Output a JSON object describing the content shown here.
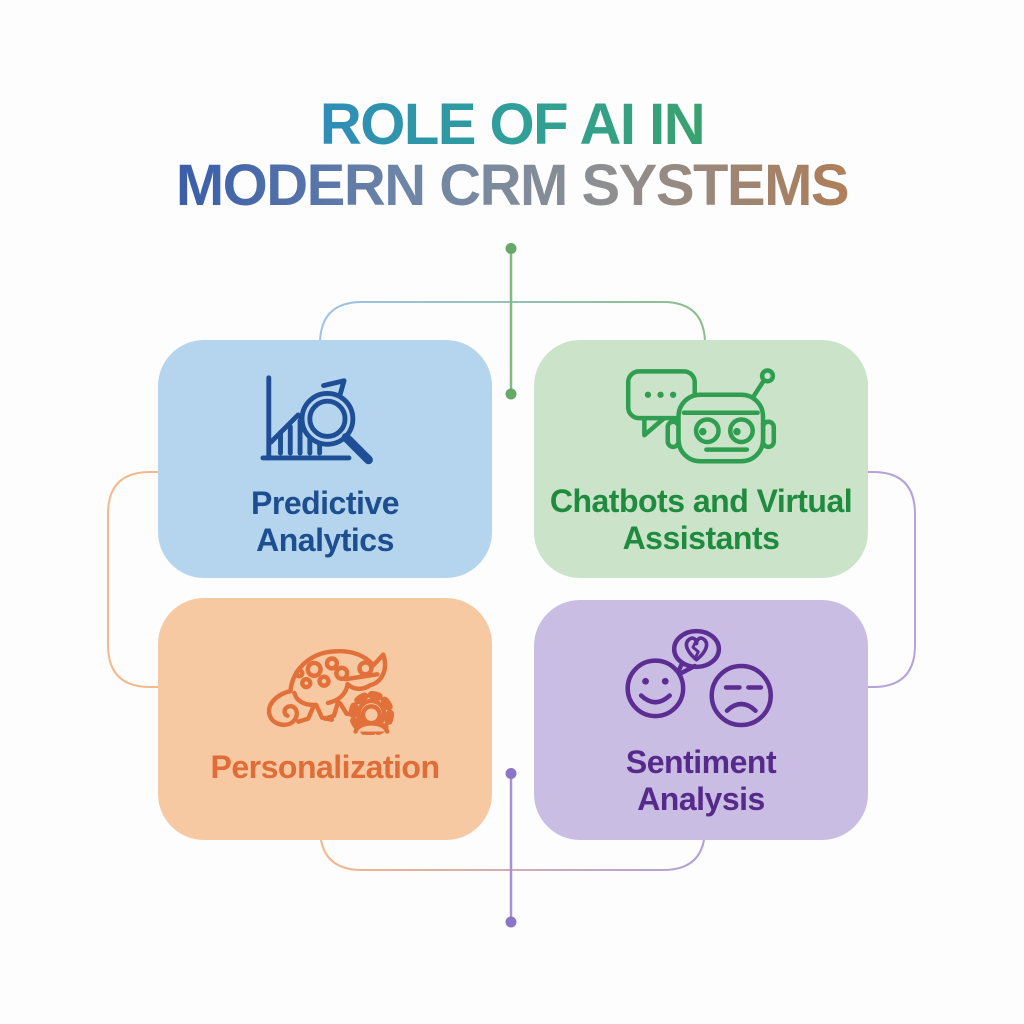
{
  "title": {
    "line1": "ROLE OF AI IN",
    "line2": "MODERN CRM SYSTEMS",
    "gradient_line1": [
      "#2d5fa9",
      "#2f86c3",
      "#2f9f9a",
      "#3da361",
      "#47a44f"
    ],
    "gradient_line2": [
      "#2c3c8b",
      "#3e62ab",
      "#6f86a6",
      "#8f8f90",
      "#a97f5e",
      "#e98a41"
    ]
  },
  "cards": [
    {
      "label": "Predictive Analytics",
      "label_line1": "Predictive",
      "label_line2": "Analytics",
      "fill": "#b5d5ee",
      "text_color": "#1d4e8f",
      "icon_color": "#1e4f96",
      "icon": "trend-chart-magnifier-icon"
    },
    {
      "label": "Chatbots and Virtual Assistants",
      "label_line1": "Chatbots and Virtual",
      "label_line2": "Assistants",
      "fill": "#cae3c9",
      "text_color": "#1f8b3f",
      "icon_color": "#2f9e50",
      "icon": "robot-chat-icon"
    },
    {
      "label": "Personalization",
      "label_line1": "Personalization",
      "label_line2": "",
      "fill": "#f7c9a2",
      "text_color": "#e06c38",
      "icon_color": "#e2703a",
      "icon": "chameleon-gear-icon"
    },
    {
      "label": "Sentiment Analysis",
      "label_line1": "Sentiment",
      "label_line2": "Analysis",
      "fill": "#c9bde3",
      "text_color": "#552a8a",
      "icon_color": "#5c2d92",
      "icon": "happy-sad-faces-icon"
    }
  ],
  "connectors": {
    "top_bracket_gradient": [
      "#9cc4e6",
      "#8abf8a"
    ],
    "bottom_bracket_gradient": [
      "#f4b88a",
      "#b0a0da"
    ],
    "left_bracket_color": "#f4b88a",
    "right_bracket_color": "#b3a3da",
    "top_line_color": "#7cbc7c",
    "top_dot_color": "#64a968",
    "bottom_line_color": "#a492d4",
    "bottom_dot_color": "#8a76c6"
  }
}
